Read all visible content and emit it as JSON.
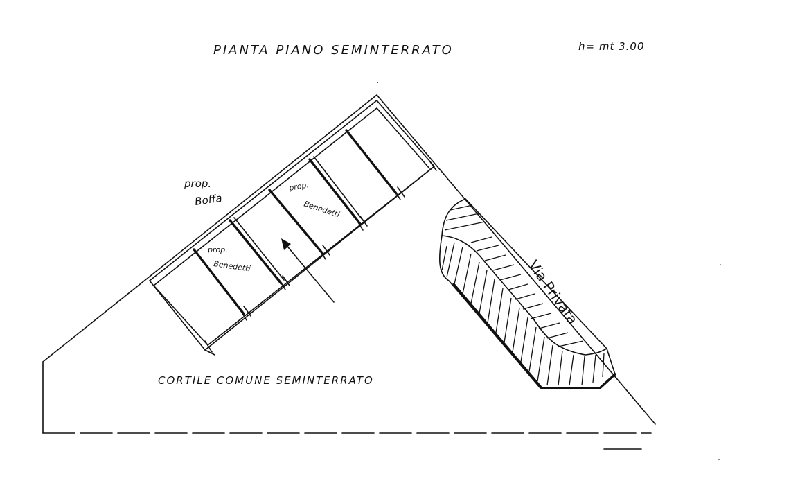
{
  "title": {
    "main": "PIANTA   PIANO   SEMINTERRATO",
    "height": "h= mt 3.00"
  },
  "labels": {
    "neighbor_top": "prop.",
    "neighbor_top_name": "Boffa",
    "unit_a_prefix": "prop.",
    "unit_a_name": "Benedetti",
    "unit_b_prefix": "prop.",
    "unit_b_name": "Benedetti",
    "courtyard": "CORTILE  COMUNE  SEMINTERRATO",
    "street": "Via Privata"
  },
  "colors": {
    "ink": "#111111",
    "paper": "#ffffff"
  }
}
